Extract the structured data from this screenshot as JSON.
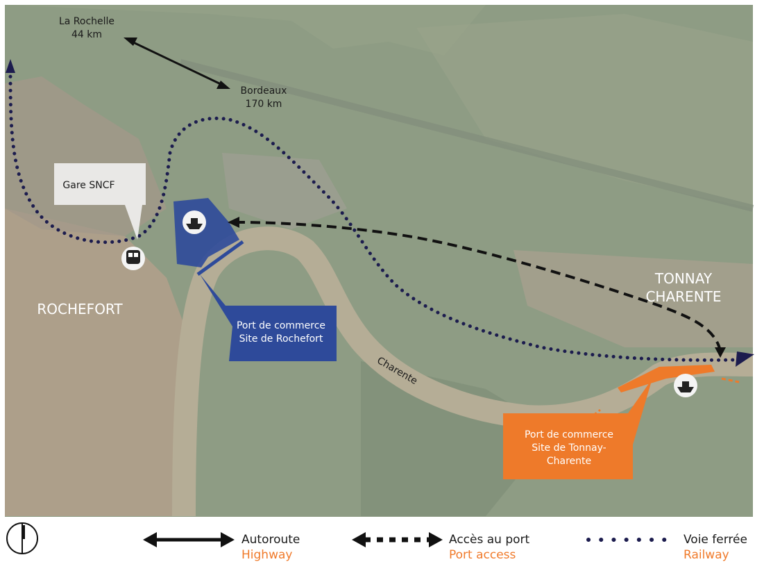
{
  "labels": {
    "la_rochelle": "La Rochelle",
    "la_rochelle_dist": "44 km",
    "bordeaux": "Bordeaux",
    "bordeaux_dist": "170 km",
    "gare": "Gare SNCF",
    "rochefort": "ROCHEFORT",
    "tonnay_1": "TONNAY",
    "tonnay_2": "CHARENTE",
    "charente": "Charente",
    "port_rochefort_1": "Port de commerce",
    "port_rochefort_2": "Site de Rochefort",
    "port_tonnay_1": "Port de commerce",
    "port_tonnay_2": "Site de Tonnay-",
    "port_tonnay_3": "Charente"
  },
  "legend": [
    {
      "fr": "Autoroute",
      "en": "Highway"
    },
    {
      "fr": "Accès au port",
      "en": "Port access"
    },
    {
      "fr": "Voie ferrée",
      "en": "Railway"
    }
  ],
  "colors": {
    "rail": "#1c1c4e",
    "blue_port": "#2e4a9a",
    "orange_port": "#ee7a2a",
    "river": "#b5ad96"
  }
}
